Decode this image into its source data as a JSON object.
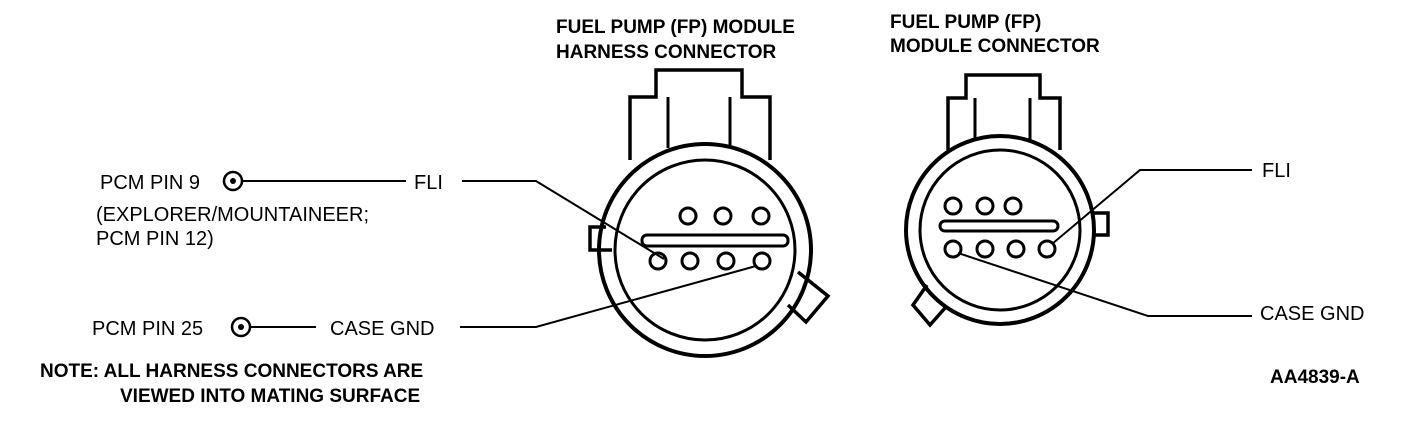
{
  "harness_connector": {
    "title_line1": "FUEL PUMP (FP) MODULE",
    "title_line2": "HARNESS CONNECTOR"
  },
  "module_connector": {
    "title_line1": "FUEL PUMP (FP)",
    "title_line2": "MODULE CONNECTOR"
  },
  "left_labels": {
    "pcm_pin_9": "PCM PIN 9",
    "explorer_line1": "(EXPLORER/MOUNTAINEER;",
    "explorer_line2": "PCM PIN 12)",
    "pcm_pin_25": "PCM PIN 25",
    "fli": "FLI",
    "case_gnd": "CASE GND"
  },
  "right_labels": {
    "fli": "FLI",
    "case_gnd": "CASE GND"
  },
  "note": {
    "line1": "NOTE: ALL HARNESS CONNECTORS ARE",
    "line2": "VIEWED INTO MATING SURFACE"
  },
  "figure_id": "AA4839-A"
}
